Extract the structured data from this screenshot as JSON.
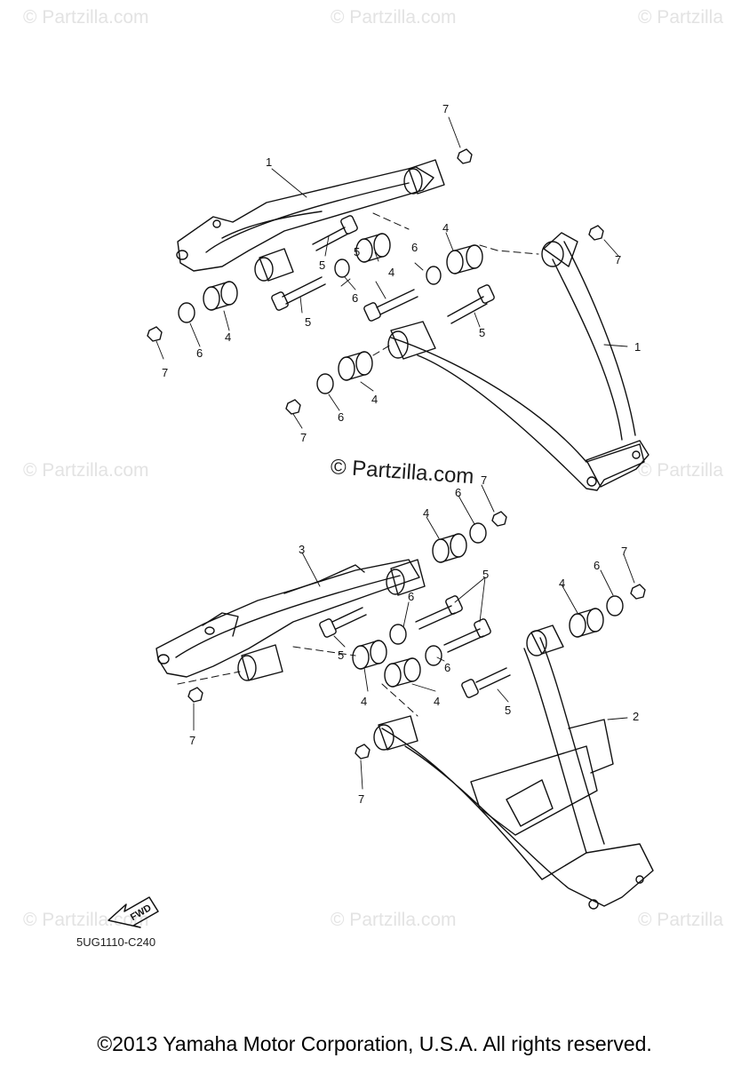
{
  "watermarks": {
    "text": "© Partzilla.com",
    "short_text": "© Partzilla"
  },
  "center_watermark": "© Partzilla.com",
  "diagram_code": "5UG1110-C240",
  "fwd_label": "FWD",
  "copyright": "©2013 Yamaha Motor Corporation, U.S.A. All rights reserved.",
  "callouts": {
    "c1": "1",
    "c2": "2",
    "c3": "3",
    "c4": "4",
    "c5": "5",
    "c6": "6",
    "c7": "7"
  },
  "colors": {
    "line": "#111111",
    "watermark": "#e3e3e3"
  }
}
